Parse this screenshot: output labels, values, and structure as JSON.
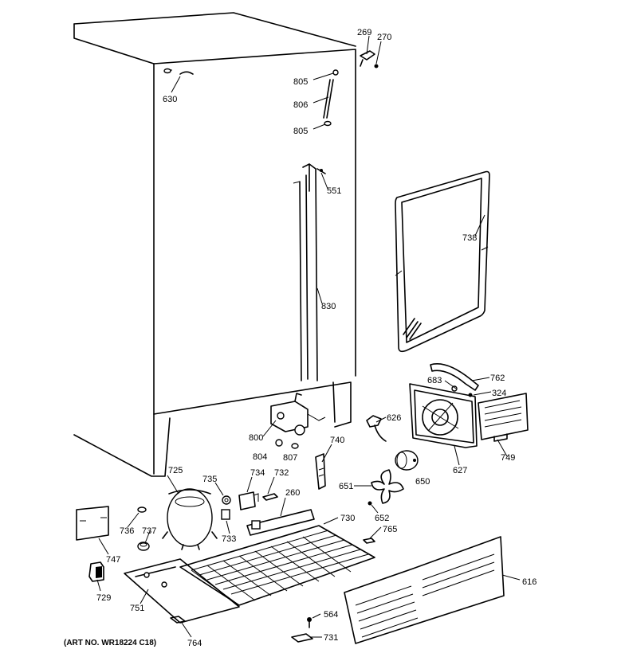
{
  "diagram": {
    "art_number": "(ART NO. WR18224 C18)",
    "callouts": [
      {
        "id": "269",
        "text": "269"
      },
      {
        "id": "270",
        "text": "270"
      },
      {
        "id": "630",
        "text": "630"
      },
      {
        "id": "805a",
        "text": "805"
      },
      {
        "id": "806",
        "text": "806"
      },
      {
        "id": "805b",
        "text": "805"
      },
      {
        "id": "551",
        "text": "551"
      },
      {
        "id": "738",
        "text": "738"
      },
      {
        "id": "830",
        "text": "830"
      },
      {
        "id": "683",
        "text": "683"
      },
      {
        "id": "762",
        "text": "762"
      },
      {
        "id": "324",
        "text": "324"
      },
      {
        "id": "626",
        "text": "626"
      },
      {
        "id": "800",
        "text": "800"
      },
      {
        "id": "740",
        "text": "740"
      },
      {
        "id": "804",
        "text": "804"
      },
      {
        "id": "807",
        "text": "807"
      },
      {
        "id": "749",
        "text": "749"
      },
      {
        "id": "627",
        "text": "627"
      },
      {
        "id": "650",
        "text": "650"
      },
      {
        "id": "725",
        "text": "725"
      },
      {
        "id": "735",
        "text": "735"
      },
      {
        "id": "734",
        "text": "734"
      },
      {
        "id": "732",
        "text": "732"
      },
      {
        "id": "651",
        "text": "651"
      },
      {
        "id": "260",
        "text": "260"
      },
      {
        "id": "652",
        "text": "652"
      },
      {
        "id": "730",
        "text": "730"
      },
      {
        "id": "765",
        "text": "765"
      },
      {
        "id": "736",
        "text": "736"
      },
      {
        "id": "737",
        "text": "737"
      },
      {
        "id": "733",
        "text": "733"
      },
      {
        "id": "747",
        "text": "747"
      },
      {
        "id": "616",
        "text": "616"
      },
      {
        "id": "729",
        "text": "729"
      },
      {
        "id": "751",
        "text": "751"
      },
      {
        "id": "564",
        "text": "564"
      },
      {
        "id": "731",
        "text": "731"
      },
      {
        "id": "764",
        "text": "764"
      }
    ]
  }
}
